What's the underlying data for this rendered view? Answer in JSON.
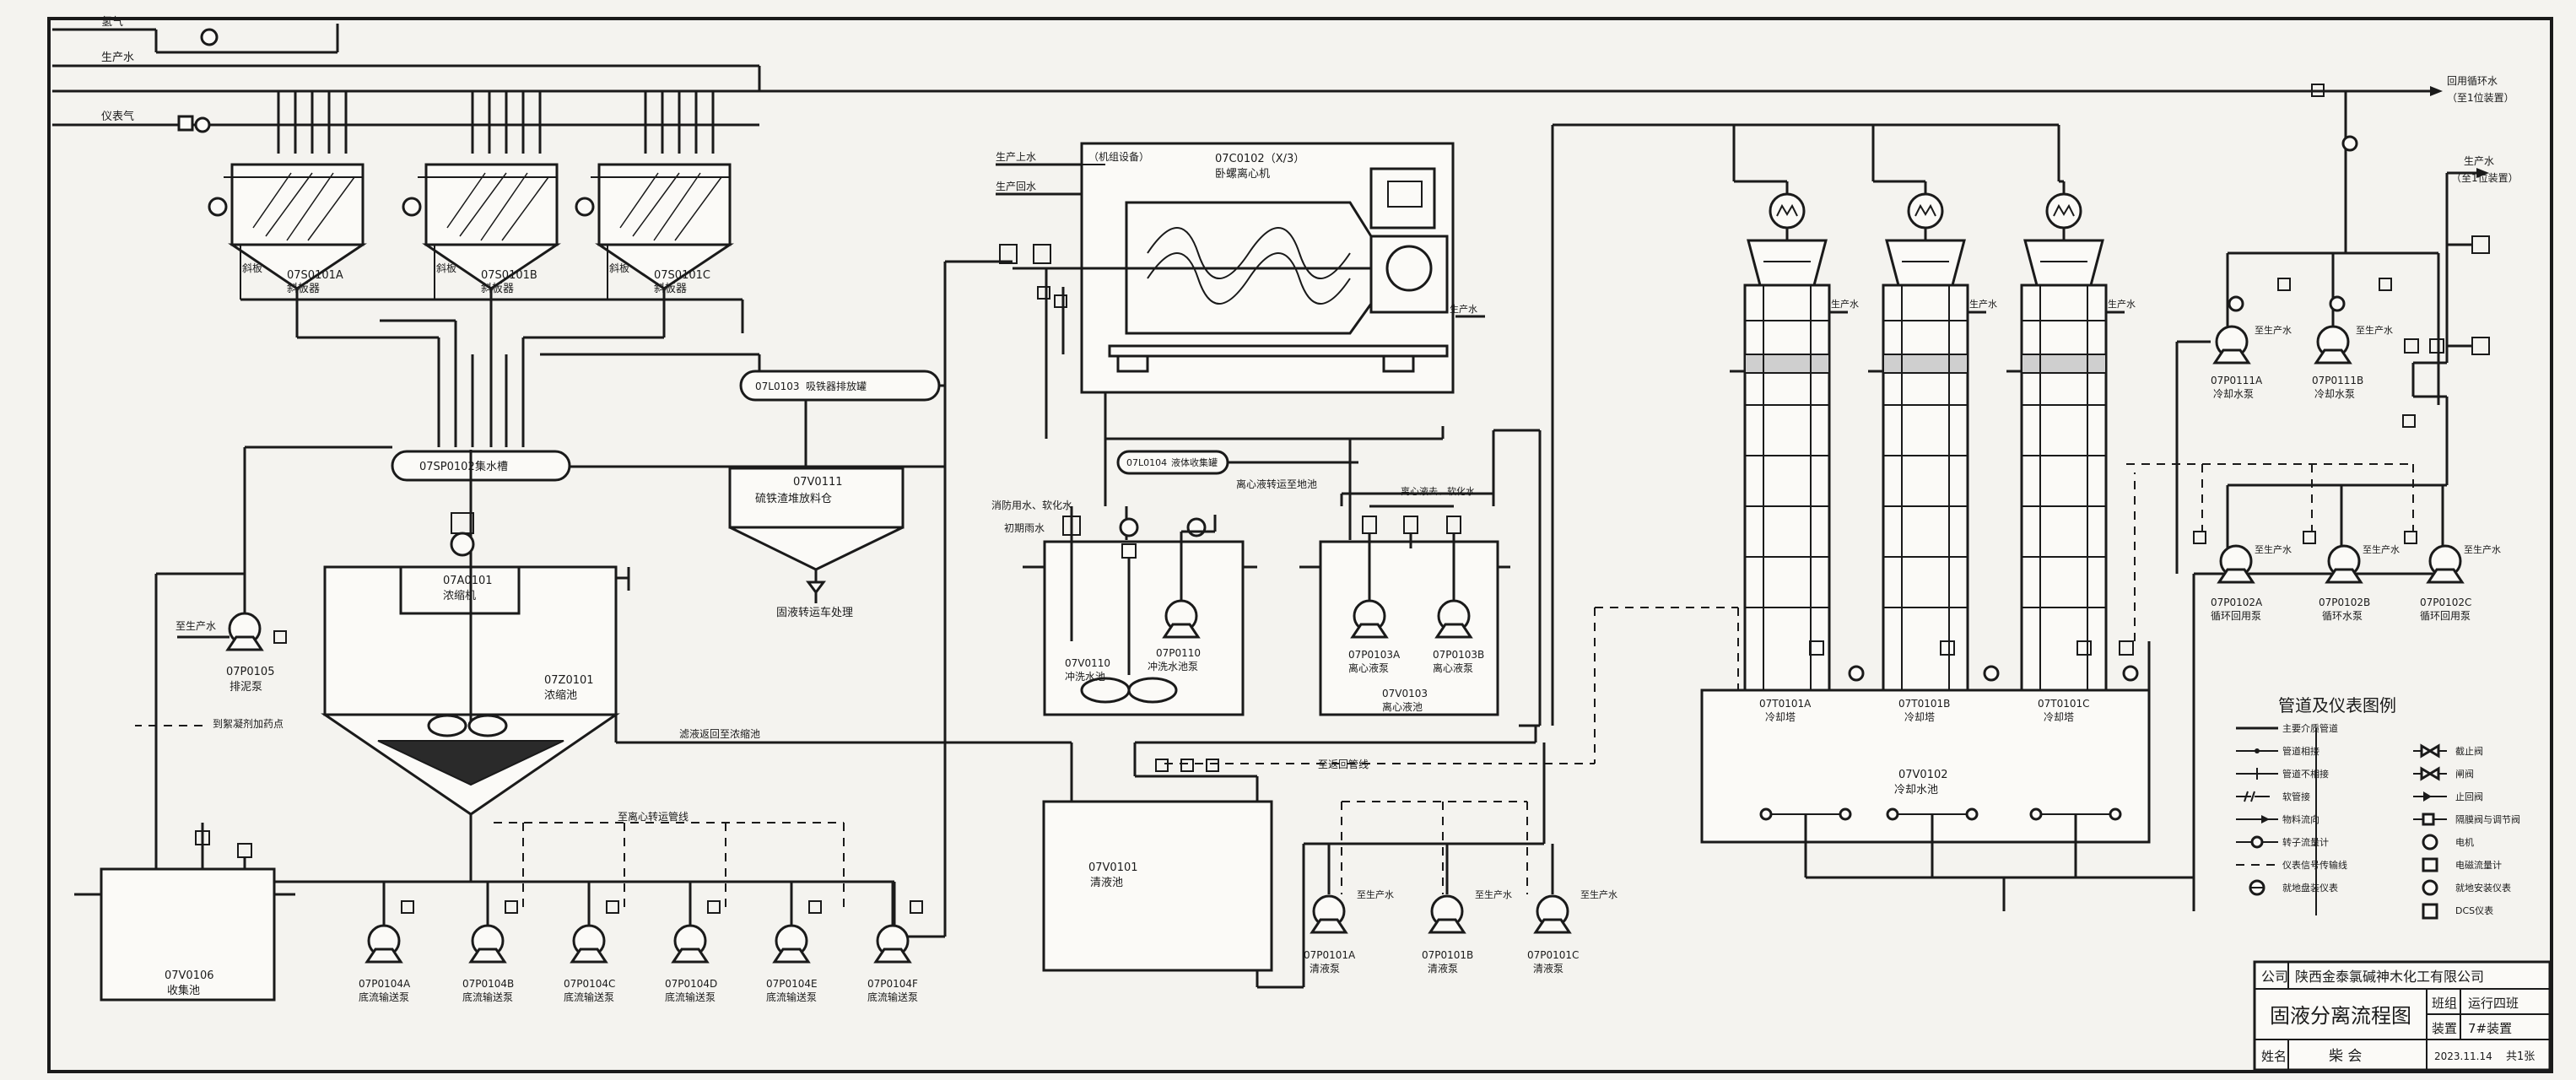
{
  "inputs": {
    "inlet_1": "氢气",
    "inlet_2": "生产水",
    "inlet_3": "仪表气"
  },
  "outlets": {
    "upper": "回用循环水",
    "upper_note": "（至1位装置）",
    "lower": "生产水",
    "lower_note": "（至1位装置）"
  },
  "thickeners": [
    {
      "tag": "07S0101A",
      "name": "斜板器",
      "left_label": "斜板"
    },
    {
      "tag": "07S0101B",
      "name": "斜板器",
      "left_label": "斜板"
    },
    {
      "tag": "07S0101C",
      "name": "斜板器",
      "left_label": "斜板"
    }
  ],
  "header_tank": {
    "tag": "07SP0102",
    "name": "集水槽"
  },
  "pipe_tank": {
    "tag": "07L0103",
    "name": "吸铁器排放罐"
  },
  "silo": {
    "tag": "07V0111",
    "name": "硫铁渣堆放料仓",
    "note": "固液转运车处理"
  },
  "mixer": {
    "tag": "07A0101",
    "name": "浓缩机"
  },
  "concentrator": {
    "tag": "07Z0101",
    "name": "浓缩池"
  },
  "sludge_pump": {
    "tag": "07P0105",
    "name": "排泥泵",
    "feed": "至生产水"
  },
  "sludge_note": "到絮凝剂加药点",
  "low_pool": {
    "tag": "07V0106",
    "name": "收集池"
  },
  "slurry_pumps": [
    {
      "tag": "07P0104A",
      "name": "底流输送泵"
    },
    {
      "tag": "07P0104B",
      "name": "底流输送泵"
    },
    {
      "tag": "07P0104C",
      "name": "底流输送泵"
    },
    {
      "tag": "07P0104D",
      "name": "底流输送泵"
    },
    {
      "tag": "07P0104E",
      "name": "底流输送泵"
    },
    {
      "tag": "07P0104F",
      "name": "底流输送泵"
    }
  ],
  "slurry_note": "至离心转运管线",
  "centrifuge": {
    "tag": "07C0102（X/3）",
    "name": "卧螺离心机",
    "feed_1": "生产上水",
    "feed_2": "生产回水",
    "note": "（机组设备）",
    "steam": "生产水"
  },
  "centrifuge_outlet_tank": {
    "tag": "07L0104",
    "name": "液体收集罐"
  },
  "centrifuge_outlet_note": "离心液转运至地池",
  "sump_left": {
    "tag": "07V0110",
    "name": "冲洗水池",
    "pump": "07P0110",
    "pump_name": "冲洗水池泵",
    "note_1": "消防用水、软化水",
    "note_2": "初期雨水"
  },
  "sump_right": {
    "tag": "07V0103",
    "name": "离心液池",
    "pumps": [
      {
        "tag": "07P0103A",
        "name": "离心液泵"
      },
      {
        "tag": "07P0103B",
        "name": "离心液泵"
      }
    ],
    "note": "离心液去、软化水"
  },
  "filtrate_note": "滤液返回至浓缩池",
  "clear_pool": {
    "tag": "07V0101",
    "name": "清液池"
  },
  "return_note": "至返回管线",
  "clear_pumps": [
    {
      "tag": "07P0101A",
      "name": "清液泵"
    },
    {
      "tag": "07P0101B",
      "name": "清液泵"
    },
    {
      "tag": "07P0101C",
      "name": "清液泵"
    }
  ],
  "clear_pump_feed": "至生产水",
  "towers": [
    {
      "tag": "07T0101A",
      "name": "冷却塔",
      "side_label": "生产水"
    },
    {
      "tag": "07T0101B",
      "name": "冷却塔",
      "side_label": "生产水"
    },
    {
      "tag": "07T0101C",
      "name": "冷却塔",
      "side_label": "生产水"
    }
  ],
  "cold_pool": {
    "tag": "07V0102",
    "name": "冷却水池"
  },
  "circ_pumps_top": [
    {
      "tag": "07P0111A",
      "name": "冷却水泵"
    },
    {
      "tag": "07P0111B",
      "name": "冷却水泵"
    }
  ],
  "circ_pumps_bottom": [
    {
      "tag": "07P0102A",
      "name": "循环回用泵"
    },
    {
      "tag": "07P0102B",
      "name": "循环水泵"
    },
    {
      "tag": "07P0102C",
      "name": "循环回用泵"
    }
  ],
  "circ_feed": "至生产水",
  "legend": {
    "title": "管道及仪表图例",
    "items": [
      {
        "left": "主要介质管道",
        "right": "截止阀"
      },
      {
        "left": "管道相接",
        "right": "闸阀"
      },
      {
        "left": "管道不相接",
        "right": "止回阀"
      },
      {
        "left": "软管接",
        "right": "隔膜阀与调节阀"
      },
      {
        "left": "物料流向",
        "right": "电机"
      },
      {
        "left": "转子流量计",
        "right": "电磁流量计"
      },
      {
        "left": "仪表信号传输线",
        "right": "就地安装仪表"
      },
      {
        "left": "就地盘装仪表",
        "right": "DCS仪表"
      }
    ]
  },
  "title_block": {
    "company_label": "公司",
    "company": "陕西金泰氯碱神木化工有限公司",
    "drawing_title": "固液分离流程图",
    "class_label": "班组",
    "class_value": "运行四班",
    "device_label": "装置",
    "device_value": "7#装置",
    "name_label": "姓名",
    "name_value": "柴 会",
    "date": "2023.11.14",
    "sheet": "共1张"
  }
}
